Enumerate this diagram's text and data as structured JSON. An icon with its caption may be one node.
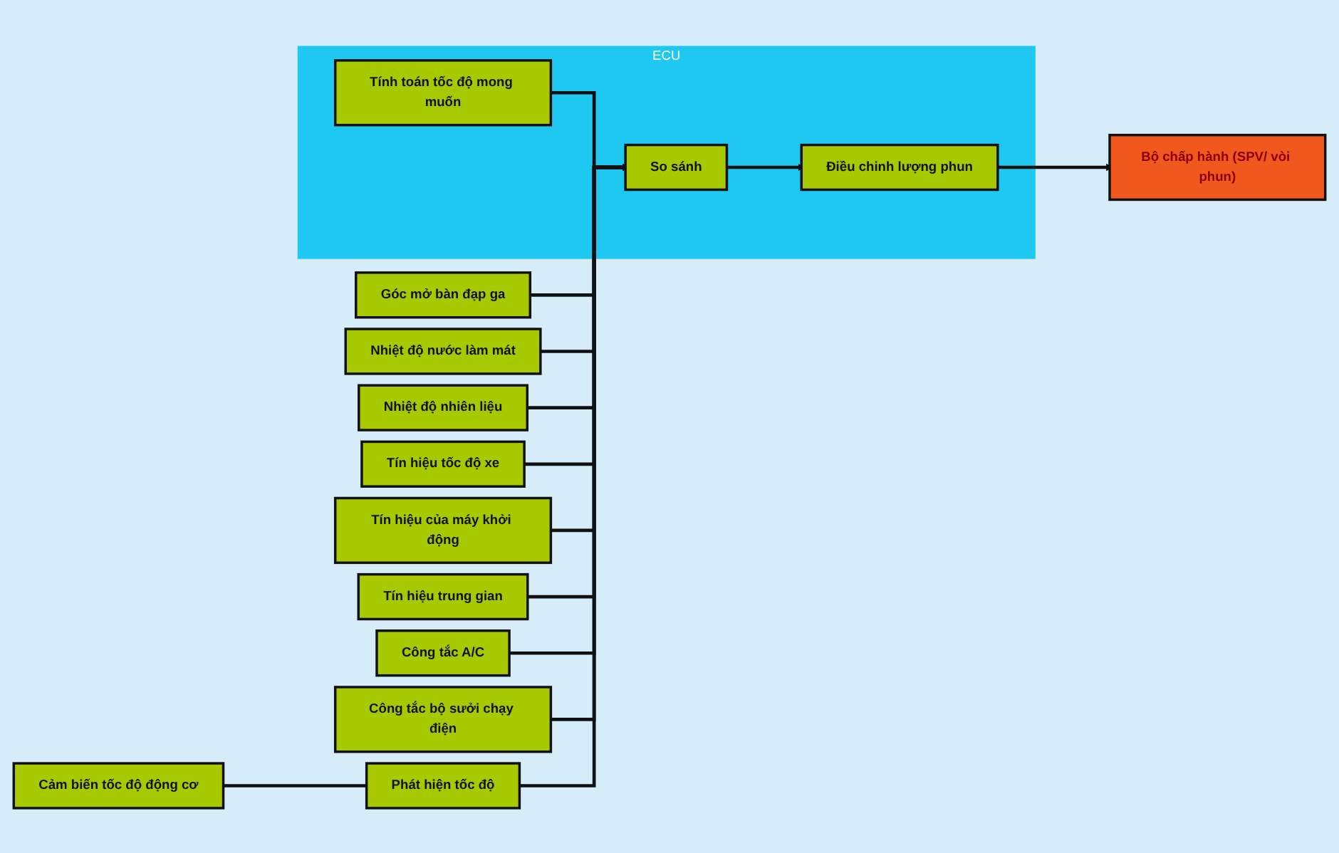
{
  "diagram": {
    "nodes": [
      {
        "text": [
          "Góc mở bàn đạp ga"
        ]
      },
      {
        "text": [
          "Nhiệt độ nước làm mát"
        ]
      },
      {
        "text": [
          "Nhiệt độ nhiên liệu"
        ]
      },
      {
        "text": [
          "Tín hiệu tốc độ xe"
        ]
      },
      {
        "text": [
          "Tín hiệu của máy khởi động"
        ]
      },
      {
        "text": [
          "Tín hiệu trung gian"
        ]
      },
      {
        "text": [
          "Công tắc A/C"
        ]
      },
      {
        "text": [
          "Công tắc bộ sưởi chạy điện"
        ]
      },
      {
        "text": [
          "ECU"
        ]
      },
      {
        "text": [
          "Tính toán tốc độ mong muốn"
        ],
        "in": 8
      },
      {
        "text": [
          "So sánh"
        ],
        "in": 8
      },
      {
        "text": [
          "Điều chinh lượng phun"
        ],
        "in": 8
      },
      {
        "text": [
          "Bộ chấp hành (SPV/ vòi phun)"
        ]
      },
      {
        "text": [
          "Phát hiện tốc độ"
        ]
      },
      {
        "text": [
          "Cảm biến tốc độ động cơ"
        ]
      }
    ],
    "edges": [
      {
        "from": 0,
        "to": 10,
        "arrow": "to"
      },
      {
        "from": 1,
        "to": 10,
        "arrow": "to"
      },
      {
        "from": 2,
        "to": 10,
        "arrow": "to"
      },
      {
        "from": 3,
        "to": 10,
        "arrow": "to"
      },
      {
        "from": 4,
        "to": 10,
        "arrow": "to"
      },
      {
        "from": 5,
        "to": 10,
        "arrow": "to"
      },
      {
        "from": 6,
        "to": 10,
        "arrow": "to"
      },
      {
        "from": 7,
        "to": 10,
        "arrow": "to"
      },
      {
        "from": 9,
        "to": 10,
        "arrow": "to"
      },
      {
        "from": 10,
        "to": 11,
        "arrow": "to"
      },
      {
        "from": 11,
        "to": 12,
        "arrow": "to"
      },
      {
        "from": 13,
        "to": 10,
        "arrow": "to"
      },
      {
        "from": 14,
        "to": 13,
        "arrow": "none"
      }
    ]
  }
}
